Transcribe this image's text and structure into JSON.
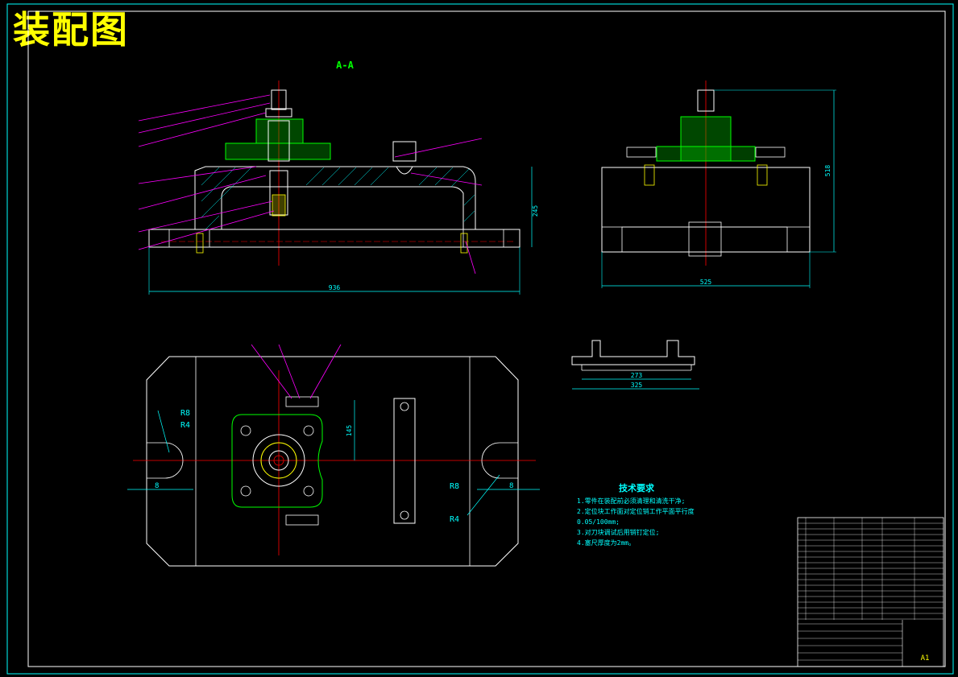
{
  "drawing_title": "装配图",
  "section_label": "A-A",
  "dimensions": {
    "width_front": "936",
    "height_front": "245",
    "width_side": "525",
    "height_side": "518",
    "plate_inner": "273",
    "plate_outer": "325",
    "top_offset": "145",
    "left_slot_r_big": "R8",
    "left_slot_r_small": "R4",
    "left_slot_width": "8",
    "right_slot_r_big": "R8",
    "right_slot_r_small": "R4",
    "right_slot_width": "8"
  },
  "technical_requirements": {
    "title": "技术要求",
    "items": [
      "1.零件在装配前必须清理和清洗干净;",
      "2.定位块工作面对定位销工作平面平行度",
      "0.05/100mm;",
      "3.对刀块调试后用销钉定位;",
      "4.塞尺厚度为2mm。"
    ]
  },
  "title_block": {
    "sheet_size": "A1"
  },
  "colors": {
    "outline": "#ffffff",
    "dimension": "#00ffff",
    "leader": "#ff00ff",
    "center": "#ff0000",
    "section": "#00ff00",
    "note": "#ffff00"
  }
}
